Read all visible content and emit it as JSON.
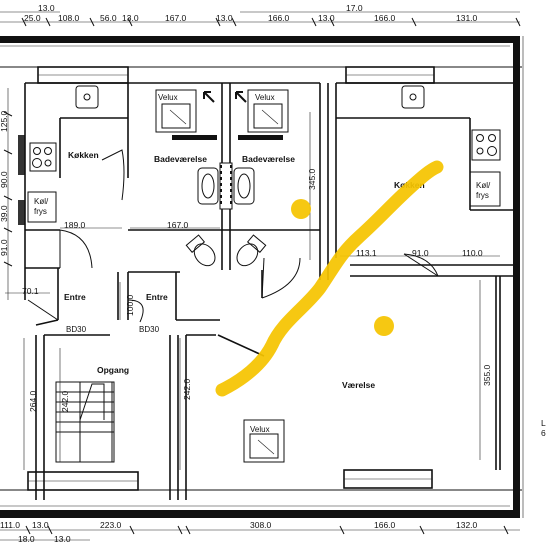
{
  "rooms": {
    "kitchen_left": "Køkken",
    "bath_left": "Badeværelse",
    "bath_right": "Badeværelse",
    "kitchen_right": "Køkken",
    "fridge_left_line1": "Køl/",
    "fridge_left_line2": "frys",
    "fridge_right_line1": "Køl/",
    "fridge_right_line2": "frys",
    "entry_left": "Entre",
    "entry_right": "Entre",
    "stair": "Opgang",
    "living": "Værelse"
  },
  "fixtures": {
    "velux_left": "Velux",
    "velux_right": "Velux",
    "velux_bottom": "Velux",
    "bd_left": "BD30",
    "bd_right": "BD30"
  },
  "dimensions_top": [
    "13.0",
    "25.0",
    "108.0",
    "56.0",
    "13.0",
    "167.0",
    "13.0",
    "166.0",
    "13.0",
    "17.0",
    "166.0",
    "131.0"
  ],
  "dimensions_bottom": [
    "111.0",
    "13.0",
    "18.0",
    "13.0",
    "223.0",
    "308.0",
    "166.0",
    "132.0"
  ],
  "dimensions_inner": {
    "d125": "125.0",
    "d90": "90.0",
    "d39": "39.0",
    "d91_left": "91.0",
    "d189": "189.0",
    "d167": "167.0",
    "d345": "345.0",
    "d70": "70.1",
    "d100": "100.0",
    "d264": "264.0",
    "d242_stair": "242.0",
    "d242": "242.0",
    "d113": "113.1",
    "d91_right": "91.0",
    "d110": "110.0",
    "d355": "355.0"
  },
  "margin_right": "L\n6",
  "colors": {
    "highlight": "#f5c400",
    "ink": "#111111"
  }
}
